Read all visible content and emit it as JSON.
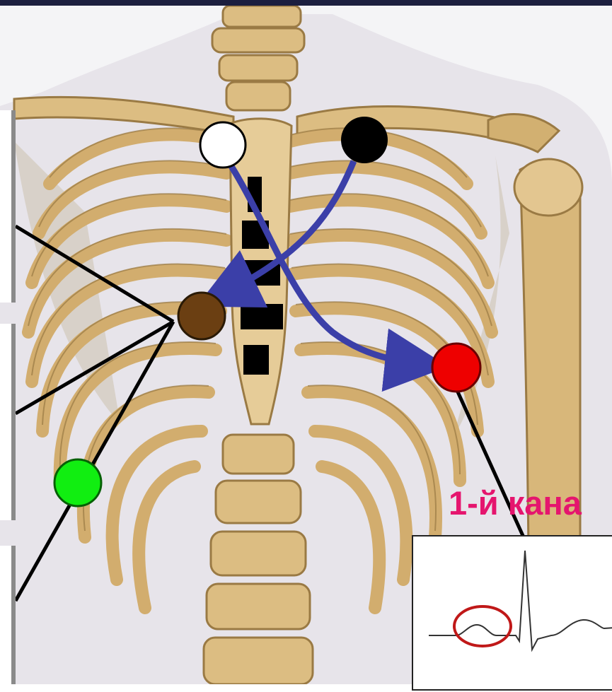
{
  "channel_label": "1-й кана",
  "colors": {
    "bone": "#d8b77a",
    "bone_dark": "#9a7a44",
    "electrode_white": "#ffffff",
    "electrode_black": "#000000",
    "electrode_brown": "#6b3f12",
    "electrode_red": "#ee0000",
    "electrode_green": "#11ee11",
    "arrow": "#3b3fa8",
    "channel_label": "#e5156e",
    "p_wave_circle": "#c01818"
  },
  "electrodes": [
    {
      "name": "white-electrode",
      "color": "white"
    },
    {
      "name": "black-electrode",
      "color": "black"
    },
    {
      "name": "brown-electrode",
      "color": "brown"
    },
    {
      "name": "red-electrode",
      "color": "red"
    },
    {
      "name": "green-electrode",
      "color": "green"
    }
  ],
  "arrows": [
    {
      "from": "white",
      "to": "red"
    },
    {
      "from": "black",
      "to": "brown"
    }
  ]
}
